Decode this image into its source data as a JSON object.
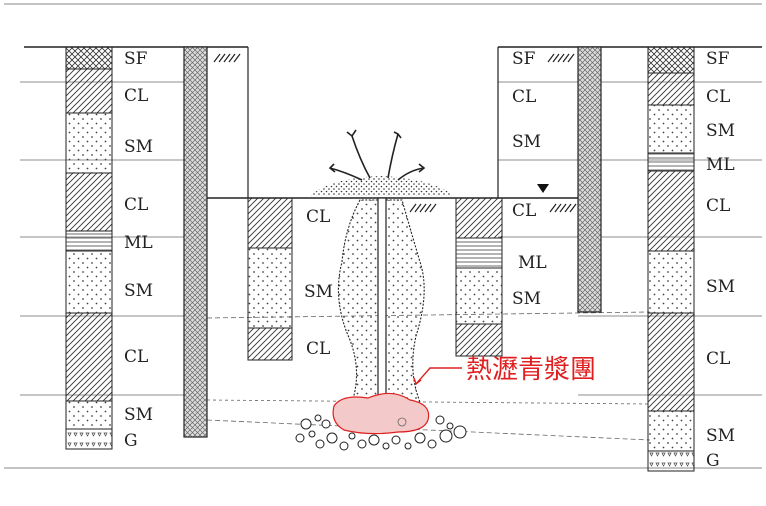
{
  "left_log": {
    "layers": [
      "SF",
      "CL",
      "SM",
      "CL",
      "ML",
      "SM",
      "CL",
      "SM",
      "G"
    ]
  },
  "right_log": {
    "layers": [
      "SF",
      "CL",
      "SM",
      "ML",
      "CL",
      "SM",
      "CL",
      "SM",
      "G"
    ]
  },
  "excavation": {
    "left_wall_labels": [
      "CL",
      "SM",
      "CL"
    ],
    "right_wall_labels": [
      "SF",
      "CL",
      "SM",
      "CL",
      "ML",
      "SM"
    ]
  },
  "annotation": {
    "grout_label": "熱瀝青漿團",
    "color": "#e02020"
  },
  "colors": {
    "line": "#222222",
    "grout_fill": "#f3c9c9"
  }
}
